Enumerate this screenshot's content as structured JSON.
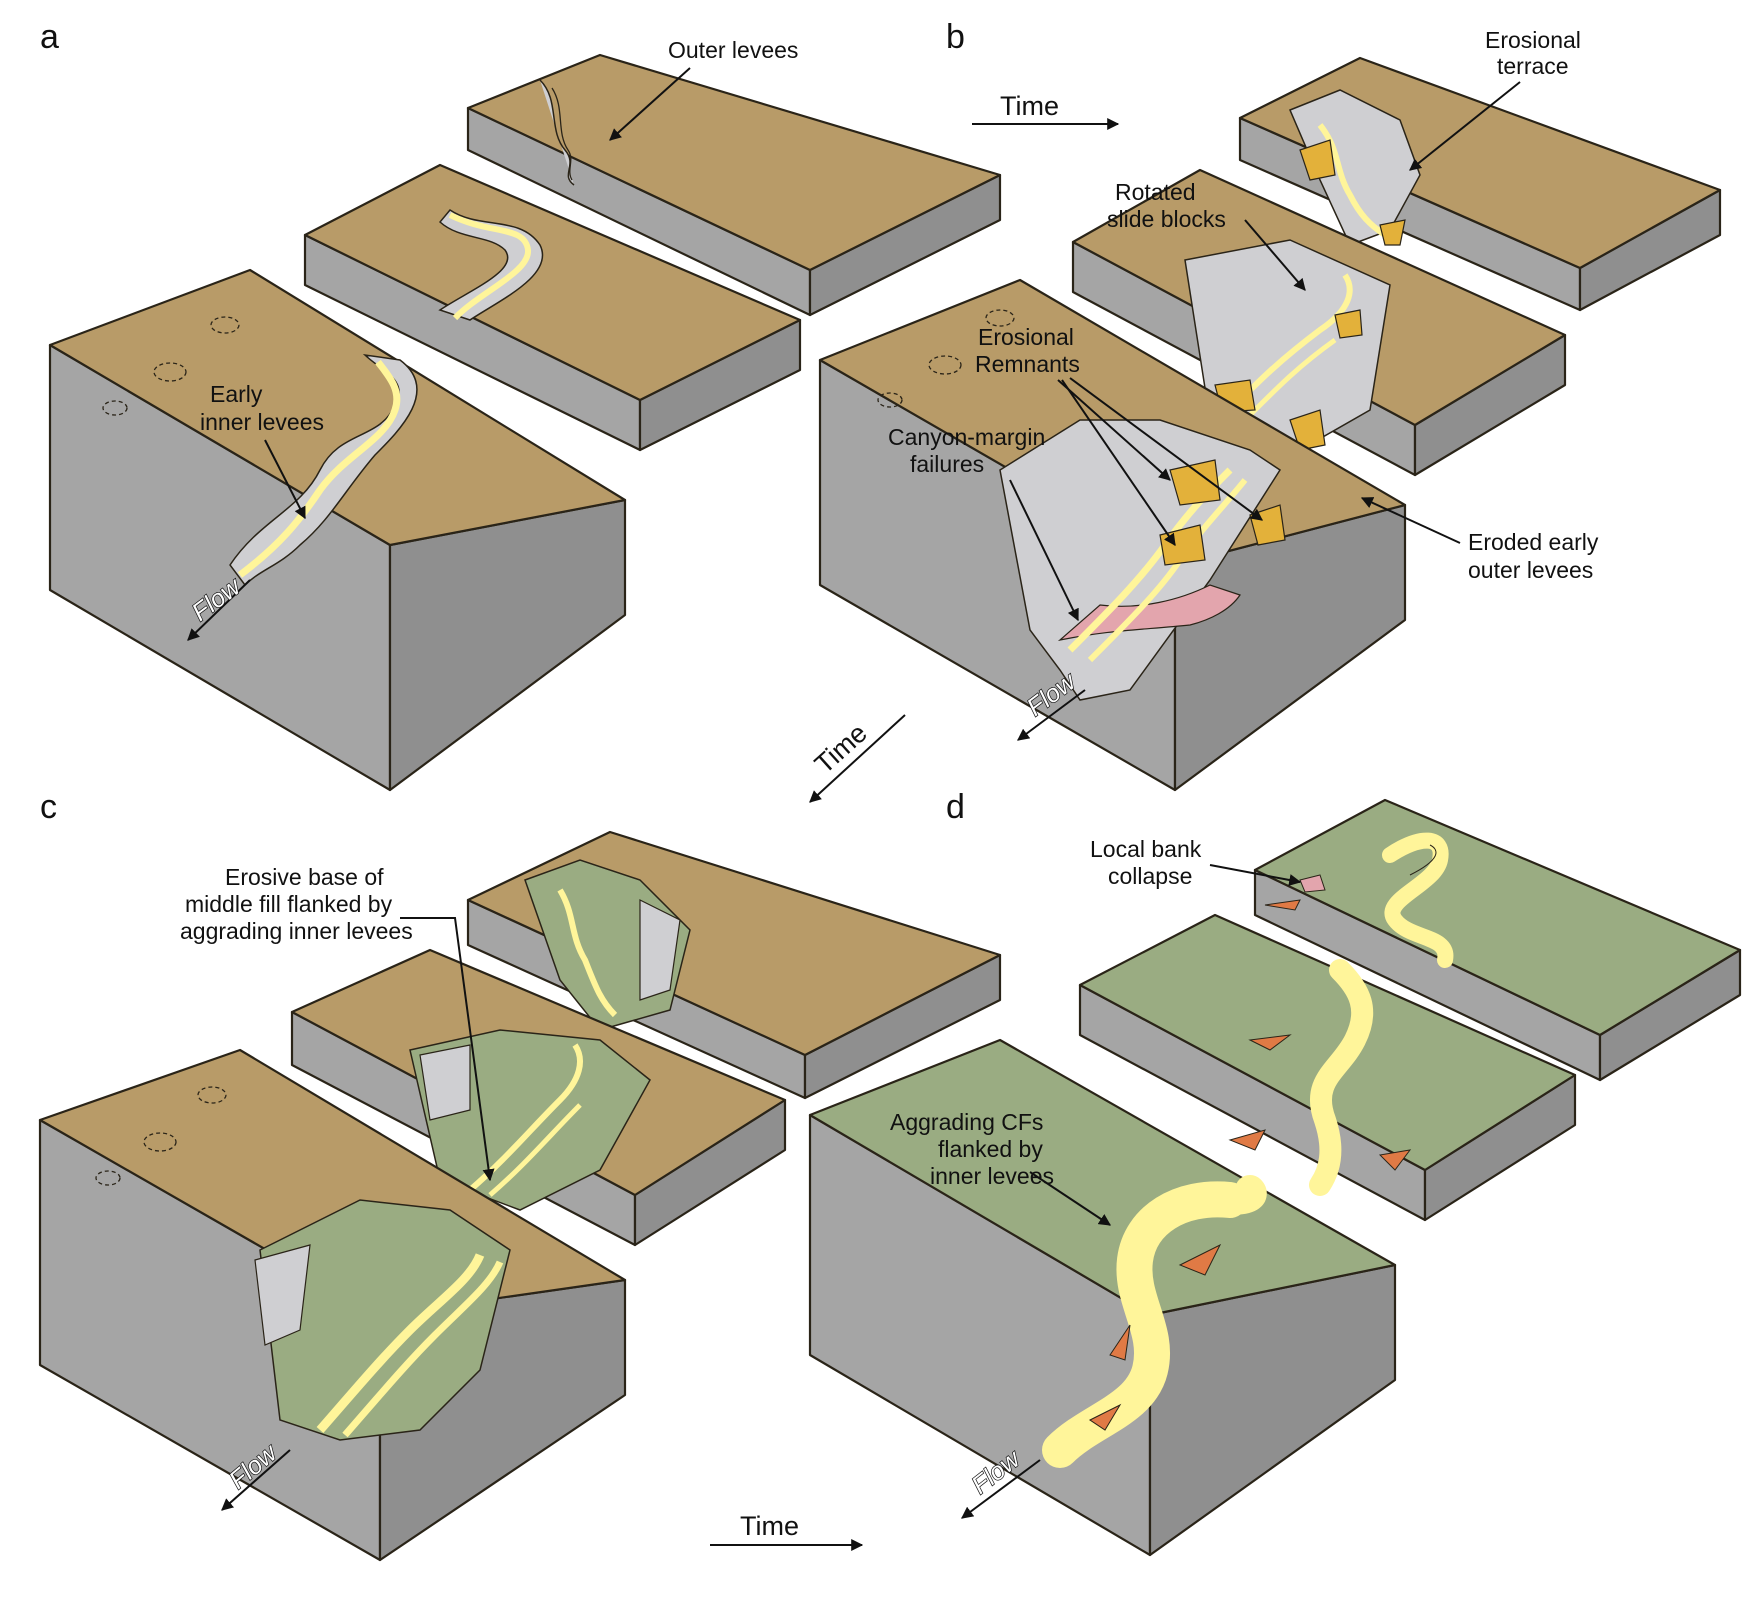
{
  "colors": {
    "surface_brown": "#b89b68",
    "block_gray": "#a5a5a5",
    "block_gray_dark": "#8f8f8f",
    "canyon_gray": "#cfcfd2",
    "channel_yellow": "#fff59a",
    "fill_green": "#9aac82",
    "orange": "#e3b13a",
    "pink": "#e3a5ad",
    "red_orange": "#e07a45"
  },
  "panels": {
    "a": {
      "letter": "a",
      "outer_levees": "Outer levees",
      "early_inner_levees": [
        "Early",
        "inner levees"
      ],
      "flow": "Flow"
    },
    "b": {
      "letter": "b",
      "time": "Time",
      "erosional_terrace": [
        "Erosional",
        "terrace"
      ],
      "rotated_slide_blocks": [
        "Rotated",
        "slide blocks"
      ],
      "erosional_remnants": [
        "Erosional",
        "Remnants"
      ],
      "canyon_margin_failures": [
        "Canyon-margin",
        "failures"
      ],
      "eroded_early_outer_levees": [
        "Eroded early",
        "outer levees"
      ],
      "flow": "Flow"
    },
    "between_bc": {
      "time": "Time"
    },
    "c": {
      "letter": "c",
      "erosive_base": [
        "Erosive base of",
        "middle fill flanked by",
        "aggrading inner levees"
      ],
      "flow": "Flow"
    },
    "between_cd": {
      "time": "Time"
    },
    "d": {
      "letter": "d",
      "local_bank_collapse": [
        "Local bank",
        "collapse"
      ],
      "aggrading_cfs": [
        "Aggrading CFs",
        "flanked by",
        "inner levees"
      ],
      "flow": "Flow"
    }
  }
}
